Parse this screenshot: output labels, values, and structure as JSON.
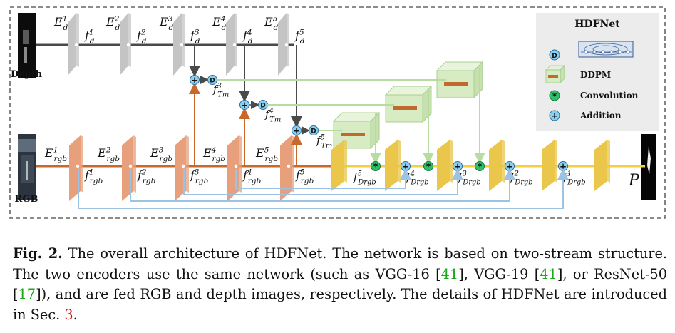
{
  "diagram": {
    "depth_label": "Depth",
    "rgb_label": "RGB",
    "output_label": "P",
    "depth_encoders": [
      {
        "base": "E",
        "sup": "1",
        "sub": "d"
      },
      {
        "base": "E",
        "sup": "2",
        "sub": "d"
      },
      {
        "base": "E",
        "sup": "3",
        "sub": "d"
      },
      {
        "base": "E",
        "sup": "4",
        "sub": "d"
      },
      {
        "base": "E",
        "sup": "5",
        "sub": "d"
      }
    ],
    "depth_features": [
      {
        "base": "f",
        "sup": "1",
        "sub": "d"
      },
      {
        "base": "f",
        "sup": "2",
        "sub": "d"
      },
      {
        "base": "f",
        "sup": "3",
        "sub": "d"
      },
      {
        "base": "f",
        "sup": "4",
        "sub": "d"
      },
      {
        "base": "f",
        "sup": "5",
        "sub": "d"
      }
    ],
    "rgb_encoders": [
      {
        "base": "E",
        "sup": "1",
        "sub": "rgb"
      },
      {
        "base": "E",
        "sup": "2",
        "sub": "rgb"
      },
      {
        "base": "E",
        "sup": "3",
        "sub": "rgb"
      },
      {
        "base": "E",
        "sup": "4",
        "sub": "rgb"
      },
      {
        "base": "E",
        "sup": "5",
        "sub": "rgb"
      }
    ],
    "rgb_features": [
      {
        "base": "f",
        "sup": "1",
        "sub": "rgb"
      },
      {
        "base": "f",
        "sup": "2",
        "sub": "rgb"
      },
      {
        "base": "f",
        "sup": "3",
        "sub": "rgb"
      },
      {
        "base": "f",
        "sup": "4",
        "sub": "rgb"
      },
      {
        "base": "f",
        "sup": "5",
        "sub": "rgb"
      }
    ],
    "fused_features": [
      {
        "base": "f",
        "sup": "3",
        "sub": "Tm"
      },
      {
        "base": "f",
        "sup": "4",
        "sub": "Tm"
      },
      {
        "base": "f",
        "sup": "5",
        "sub": "Tm"
      }
    ],
    "decoder_features": [
      {
        "base": "f",
        "sup": "5",
        "sub": "Drgb"
      },
      {
        "base": "f",
        "sup": "4",
        "sub": "Drgb"
      },
      {
        "base": "f",
        "sup": "3",
        "sub": "Drgb"
      },
      {
        "base": "f",
        "sup": "2",
        "sub": "Drgb"
      },
      {
        "base": "f",
        "sup": "1",
        "sub": "Drgb"
      }
    ],
    "legend": {
      "title": "HDFNet",
      "items": [
        {
          "symbol": "D",
          "label": ""
        },
        {
          "symbol": "cube",
          "label": "DDPM"
        },
        {
          "symbol": "*",
          "label": "Convolution"
        },
        {
          "symbol": "+",
          "label": "Addition"
        }
      ]
    },
    "colors": {
      "depth_block": "#c4c4c4",
      "rgb_block": "#e8a07c",
      "decoder_block": "#eac64a",
      "depth_line": "#4a4a4a",
      "rgb_line": "#c8682a",
      "decoder_line": "#f2d040",
      "skip_line": "#9cc2e4",
      "ddpm_line": "#b6dca0",
      "ddpm_cube": "#d8ecc4",
      "op_plus": "#8ad0ee",
      "op_conv": "#2dbf6a"
    }
  },
  "caption": {
    "label": "Fig. 2.",
    "text1": " The overall architecture of HDFNet. The network is based on two-stream structure. The two encoders use the same network (such as VGG-16 [",
    "ref1": "41",
    "text2": "], VGG-19 [",
    "ref2": "41",
    "text3": "], or ResNet-50 [",
    "ref3": "17",
    "text4": "]), and are fed RGB and depth images, respectively. The details of HDFNet are introduced in Sec. ",
    "ref4": "3",
    "text5": "."
  }
}
